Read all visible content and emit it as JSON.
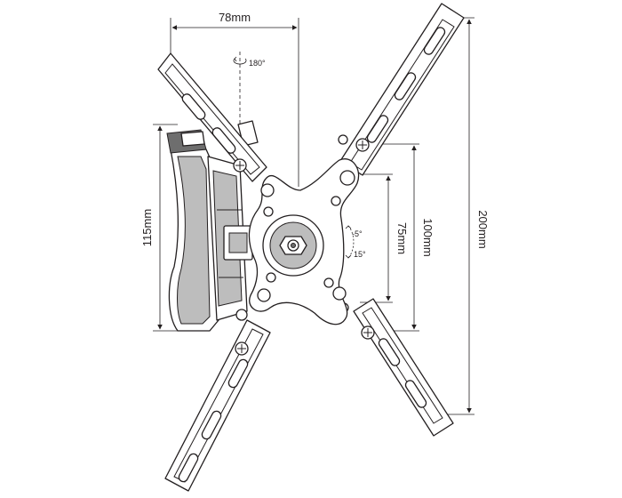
{
  "dimensions": {
    "top_width": "78mm",
    "left_height": "115mm",
    "inner_height": "75mm",
    "mid_height": "100mm",
    "outer_height": "200mm"
  },
  "rotations": {
    "swivel": "180°",
    "tilt_up": "-5°",
    "tilt_down": "15°"
  },
  "colors": {
    "line": "#231f20",
    "shade": "#bdbdbd",
    "dark": "#6e6e6e"
  }
}
